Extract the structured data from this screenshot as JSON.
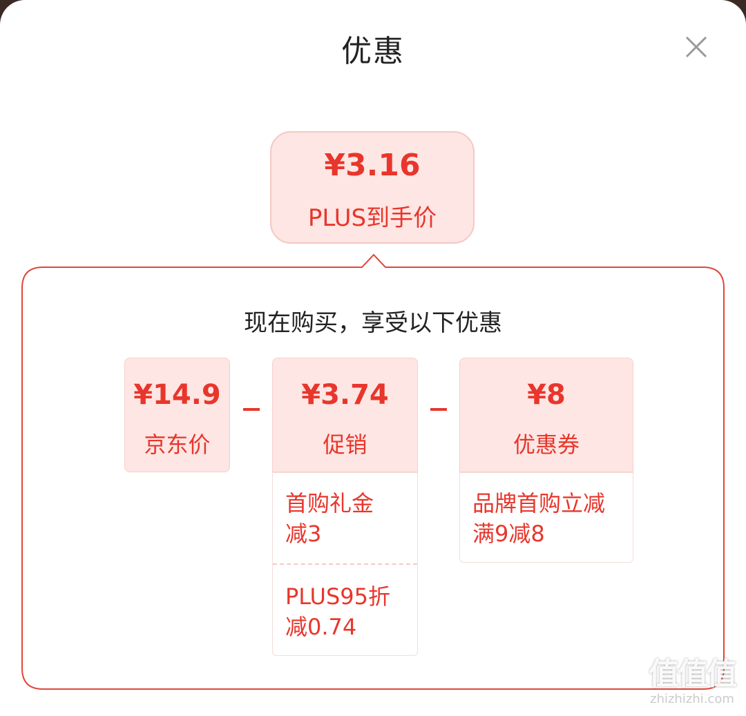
{
  "title": "优惠",
  "final_price": {
    "amount": "¥3.16",
    "label": "PLUS到手价"
  },
  "subtitle": "现在购买，享受以下优惠",
  "cards": [
    {
      "amount": "¥14.9",
      "label": "京东价"
    },
    {
      "amount": "¥3.74",
      "label": "促销"
    },
    {
      "amount": "¥8",
      "label": "优惠券"
    }
  ],
  "operator": "-",
  "promotions": [
    {
      "line1": "首购礼金",
      "line2": "减3"
    },
    {
      "line1": "PLUS95折",
      "line2": "减0.74"
    }
  ],
  "coupons": [
    {
      "line1": "品牌首购立减",
      "line2": "满9减8"
    }
  ],
  "watermark": {
    "brand": "值值值",
    "domain": "zhizhizhi.com"
  },
  "colors": {
    "accent": "#e8362c",
    "card_bg": "#fde6e3",
    "border": "#e0453a"
  }
}
